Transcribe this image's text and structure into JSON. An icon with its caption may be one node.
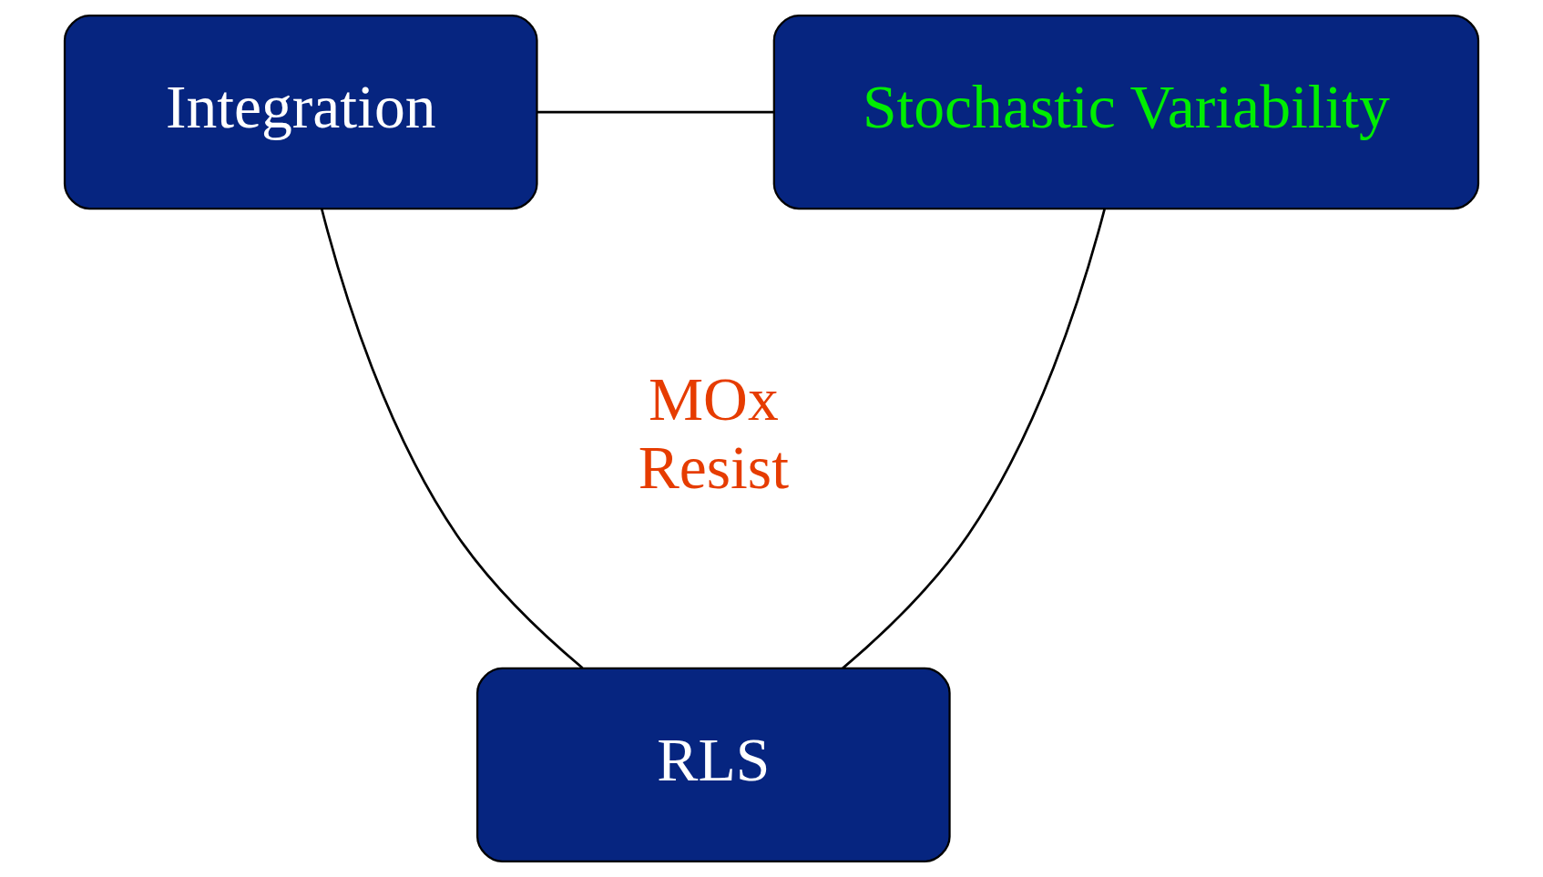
{
  "diagram": {
    "nodes": [
      {
        "text": [
          "Integration"
        ]
      },
      {
        "text": [
          "Stochastic Variability"
        ]
      },
      {
        "text": [
          "RLS"
        ]
      }
    ],
    "edges": [
      {
        "from": 0,
        "to": 1,
        "arrow": "none"
      },
      {
        "from": 0,
        "to": 2,
        "arrow": "none"
      },
      {
        "from": 1,
        "to": 2,
        "arrow": "none"
      }
    ],
    "labels": [
      "MOx Resist"
    ]
  }
}
